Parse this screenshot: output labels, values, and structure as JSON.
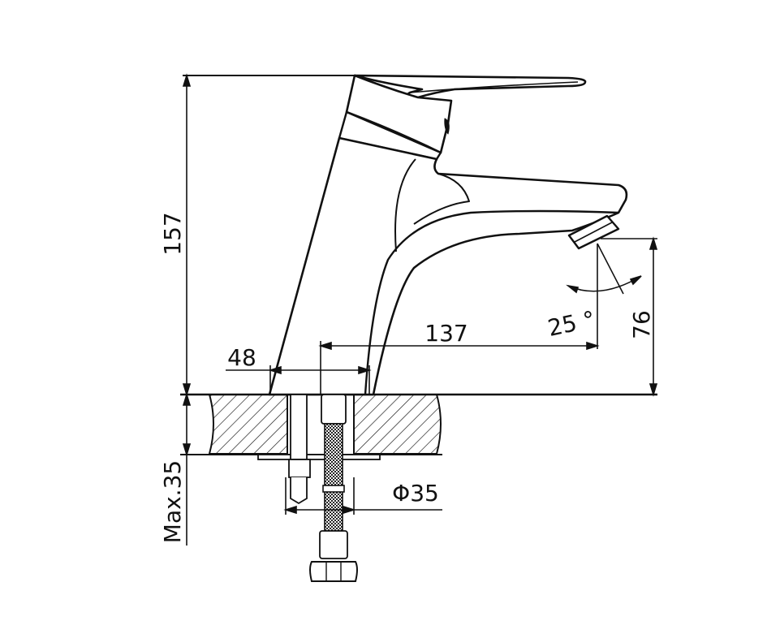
{
  "dimensions": {
    "height_total": "157",
    "base_offset": "48",
    "spout_reach": "137",
    "spout_angle": "25 °",
    "spout_height": "76",
    "mount_hole": "Φ35",
    "max_thickness": "Max.35"
  },
  "colors": {
    "line": "#111111",
    "background": "#ffffff"
  }
}
